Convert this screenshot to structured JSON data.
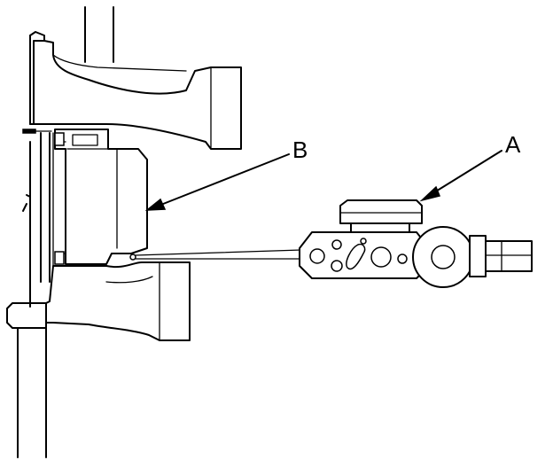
{
  "callouts": [
    {
      "id": "A",
      "label": "A"
    },
    {
      "id": "B",
      "label": "B"
    }
  ],
  "colors": {
    "line": "#000000",
    "background": "#ffffff"
  }
}
